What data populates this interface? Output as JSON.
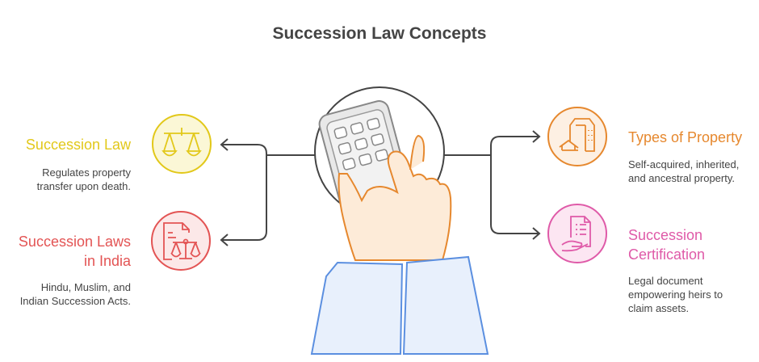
{
  "title": "Succession Law Concepts",
  "colors": {
    "yellow": "#e2c81a",
    "red": "#e35454",
    "orange": "#e6882e",
    "pink": "#df5aa8",
    "line": "#444444",
    "blue": "#5b8fe0"
  },
  "items": [
    {
      "heading": "Succession Law",
      "description_lines": [
        "Regulates property",
        "transfer upon death."
      ],
      "icon": "scales-icon"
    },
    {
      "heading_lines": [
        "Succession Laws",
        "in India"
      ],
      "description_lines": [
        "Hindu, Muslim, and",
        "Indian Succession Acts."
      ],
      "icon": "legal-document-scales-icon"
    },
    {
      "heading": "Types of Property",
      "description_lines": [
        "Self-acquired, inherited,",
        "and ancestral property."
      ],
      "icon": "buildings-icon"
    },
    {
      "heading_lines": [
        "Succession",
        "Certification"
      ],
      "description_lines": [
        "Legal document",
        "empowering heirs to",
        "claim assets."
      ],
      "icon": "document-hand-icon"
    }
  ]
}
